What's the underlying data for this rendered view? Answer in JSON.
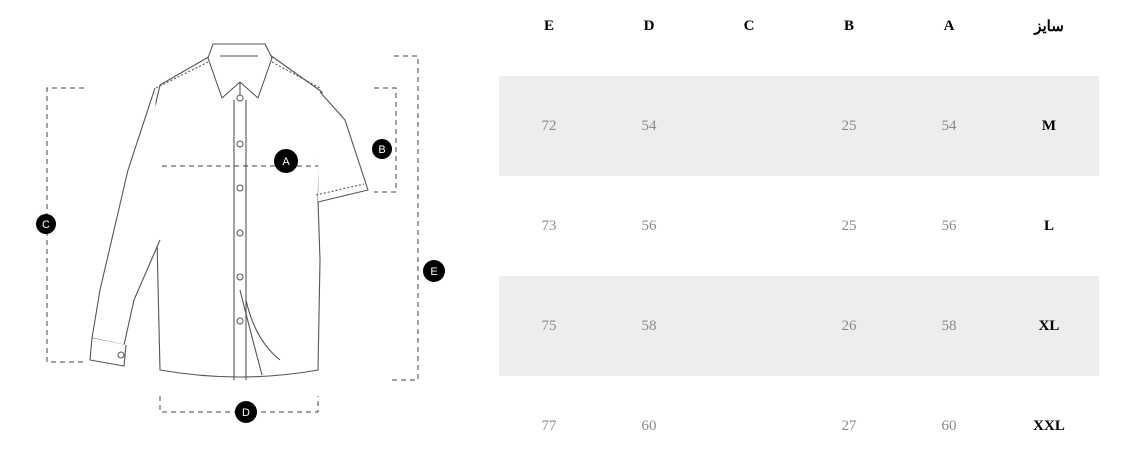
{
  "diagram": {
    "markers": [
      "A",
      "B",
      "C",
      "D",
      "E"
    ]
  },
  "table": {
    "headers": [
      "E",
      "D",
      "C",
      "B",
      "A",
      "سایز"
    ],
    "rows": [
      {
        "cells": [
          "72",
          "54",
          "",
          "25",
          "54"
        ],
        "size": "M"
      },
      {
        "cells": [
          "73",
          "56",
          "",
          "25",
          "56"
        ],
        "size": "L"
      },
      {
        "cells": [
          "75",
          "58",
          "",
          "26",
          "58"
        ],
        "size": "XL"
      },
      {
        "cells": [
          "77",
          "60",
          "",
          "27",
          "60"
        ],
        "size": "XXL"
      }
    ]
  },
  "colors": {
    "row_shade": "#ededed",
    "value_text": "#8a8a8a",
    "header_text": "#000000"
  }
}
